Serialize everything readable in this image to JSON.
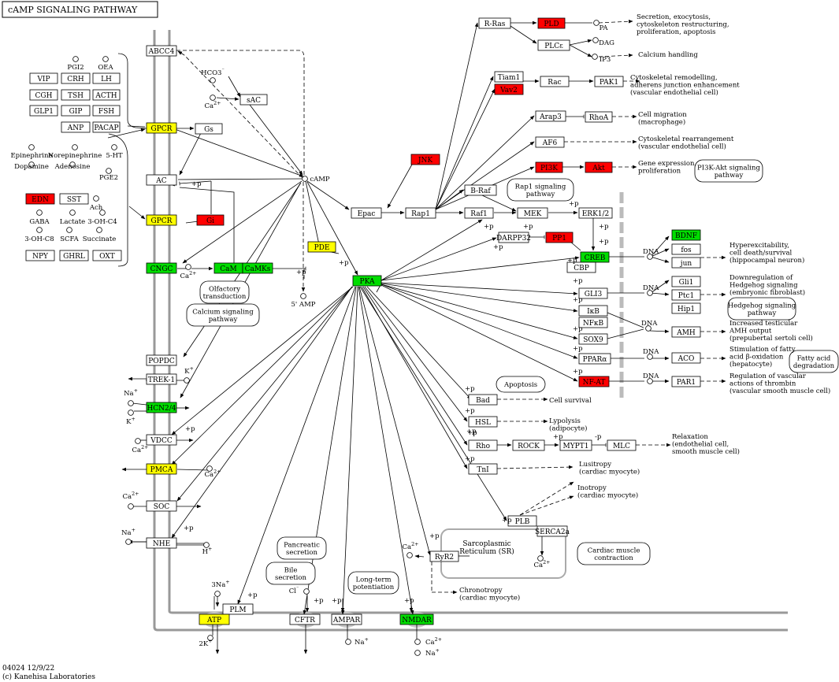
{
  "title": "cAMP SIGNALING PATHWAY",
  "footer": {
    "code": "04024 12/9/22",
    "copyright": "(c) Kanehisa Laboratories"
  },
  "colors": {
    "red": "#ff0000",
    "green": "#00dd00",
    "yellow": "#ffff00",
    "white": "#ffffff"
  },
  "nodes": [
    {
      "id": "abcc4",
      "label": "ABCC4",
      "color": "white"
    },
    {
      "id": "vip",
      "label": "VIP",
      "color": "white"
    },
    {
      "id": "crh",
      "label": "CRH",
      "color": "white"
    },
    {
      "id": "lh",
      "label": "LH",
      "color": "white"
    },
    {
      "id": "cgh",
      "label": "CGH",
      "color": "white"
    },
    {
      "id": "tsh",
      "label": "TSH",
      "color": "white"
    },
    {
      "id": "acth",
      "label": "ACTH",
      "color": "white"
    },
    {
      "id": "glp1",
      "label": "GLP1",
      "color": "white"
    },
    {
      "id": "gip",
      "label": "GIP",
      "color": "white"
    },
    {
      "id": "fsh",
      "label": "FSH",
      "color": "white"
    },
    {
      "id": "anp",
      "label": "ANP",
      "color": "white"
    },
    {
      "id": "pacap",
      "label": "PACAP",
      "color": "white"
    },
    {
      "id": "gpcr1",
      "label": "GPCR",
      "color": "yellow"
    },
    {
      "id": "gs",
      "label": "Gs",
      "color": "white"
    },
    {
      "id": "sac",
      "label": "sAC",
      "color": "white"
    },
    {
      "id": "ac",
      "label": "AC",
      "color": "white"
    },
    {
      "id": "edn",
      "label": "EDN",
      "color": "red"
    },
    {
      "id": "sst",
      "label": "SST",
      "color": "white"
    },
    {
      "id": "npy",
      "label": "NPY",
      "color": "white"
    },
    {
      "id": "ghrl",
      "label": "GHRL",
      "color": "white"
    },
    {
      "id": "oxt",
      "label": "OXT",
      "color": "white"
    },
    {
      "id": "gpcr2",
      "label": "GPCR",
      "color": "yellow"
    },
    {
      "id": "gi",
      "label": "Gi",
      "color": "red"
    },
    {
      "id": "cngc",
      "label": "CNGC",
      "color": "green"
    },
    {
      "id": "cam",
      "label": "CaM",
      "color": "green"
    },
    {
      "id": "camks",
      "label": "CaMKs",
      "color": "green"
    },
    {
      "id": "pde",
      "label": "PDE",
      "color": "yellow"
    },
    {
      "id": "pka",
      "label": "PKA",
      "color": "green"
    },
    {
      "id": "epac",
      "label": "Epac",
      "color": "white"
    },
    {
      "id": "rap1",
      "label": "Rap1",
      "color": "white"
    },
    {
      "id": "rras",
      "label": "R-Ras",
      "color": "white"
    },
    {
      "id": "pld",
      "label": "PLD",
      "color": "red"
    },
    {
      "id": "plce",
      "label": "PLCε",
      "color": "white"
    },
    {
      "id": "tiam1",
      "label": "Tiam1",
      "color": "white"
    },
    {
      "id": "vav2",
      "label": "Vav2",
      "color": "red"
    },
    {
      "id": "rac",
      "label": "Rac",
      "color": "white"
    },
    {
      "id": "pak1",
      "label": "PAK1",
      "color": "white"
    },
    {
      "id": "arap3",
      "label": "Arap3",
      "color": "white"
    },
    {
      "id": "rhoa",
      "label": "RhoA",
      "color": "white"
    },
    {
      "id": "af6",
      "label": "AF6",
      "color": "white"
    },
    {
      "id": "jnk",
      "label": "JNK",
      "color": "red"
    },
    {
      "id": "pi3k",
      "label": "PI3K",
      "color": "red"
    },
    {
      "id": "akt",
      "label": "Akt",
      "color": "red"
    },
    {
      "id": "braf",
      "label": "B-Raf",
      "color": "white"
    },
    {
      "id": "raf1",
      "label": "Raf1",
      "color": "white"
    },
    {
      "id": "mek",
      "label": "MEK",
      "color": "white"
    },
    {
      "id": "erk",
      "label": "ERK1/2",
      "color": "white"
    },
    {
      "id": "darpp32",
      "label": "DARPP32",
      "color": "white"
    },
    {
      "id": "pp1",
      "label": "PP1",
      "color": "red"
    },
    {
      "id": "creb",
      "label": "CREB",
      "color": "green"
    },
    {
      "id": "cbp",
      "label": "CBP",
      "color": "white"
    },
    {
      "id": "bdnf",
      "label": "BDNF",
      "color": "green"
    },
    {
      "id": "fos",
      "label": "fos",
      "color": "white"
    },
    {
      "id": "jun",
      "label": "jun",
      "color": "white"
    },
    {
      "id": "gli3",
      "label": "GLI3",
      "color": "white"
    },
    {
      "id": "gli1",
      "label": "Gli1",
      "color": "white"
    },
    {
      "id": "ptc1",
      "label": "Ptc1",
      "color": "white"
    },
    {
      "id": "hip1",
      "label": "Hip1",
      "color": "white"
    },
    {
      "id": "ikb",
      "label": "IκB",
      "color": "white"
    },
    {
      "id": "nfkb",
      "label": "NFκB",
      "color": "white"
    },
    {
      "id": "sox9",
      "label": "SOX9",
      "color": "white"
    },
    {
      "id": "amh",
      "label": "AMH",
      "color": "white"
    },
    {
      "id": "ppara",
      "label": "PPARα",
      "color": "white"
    },
    {
      "id": "aco",
      "label": "ACO",
      "color": "white"
    },
    {
      "id": "nfat",
      "label": "NF-AT",
      "color": "red"
    },
    {
      "id": "par1",
      "label": "PAR1",
      "color": "white"
    },
    {
      "id": "popdc",
      "label": "POPDC",
      "color": "white"
    },
    {
      "id": "trek1",
      "label": "TREK-1",
      "color": "white"
    },
    {
      "id": "hcn",
      "label": "HCN2/4",
      "color": "green"
    },
    {
      "id": "vdcc",
      "label": "VDCC",
      "color": "white"
    },
    {
      "id": "pmca",
      "label": "PMCA",
      "color": "yellow"
    },
    {
      "id": "soc",
      "label": "SOC",
      "color": "white"
    },
    {
      "id": "nhe",
      "label": "NHE",
      "color": "white"
    },
    {
      "id": "bad",
      "label": "Bad",
      "color": "white"
    },
    {
      "id": "hsl",
      "label": "HSL",
      "color": "white"
    },
    {
      "id": "rho",
      "label": "Rho",
      "color": "white"
    },
    {
      "id": "rock",
      "label": "ROCK",
      "color": "white"
    },
    {
      "id": "mypt1",
      "label": "MYPT1",
      "color": "white"
    },
    {
      "id": "mlc",
      "label": "MLC",
      "color": "white"
    },
    {
      "id": "tni",
      "label": "TnI",
      "color": "white"
    },
    {
      "id": "plb",
      "label": "PLB",
      "color": "white"
    },
    {
      "id": "serca2a",
      "label": "SERCA2a",
      "color": "white"
    },
    {
      "id": "ryr2",
      "label": "RyR2",
      "color": "white"
    },
    {
      "id": "plm",
      "label": "PLM",
      "color": "white"
    },
    {
      "id": "atp",
      "label": "ATP",
      "color": "yellow"
    },
    {
      "id": "cftr",
      "label": "CFTR",
      "color": "white"
    },
    {
      "id": "ampar",
      "label": "AMPAR",
      "color": "white"
    },
    {
      "id": "nmdar",
      "label": "NMDAR",
      "color": "green"
    }
  ],
  "compounds": [
    {
      "id": "pgi2",
      "label": "PGI2"
    },
    {
      "id": "oea",
      "label": "OEA"
    },
    {
      "id": "hco3",
      "label": "HCO3⁻"
    },
    {
      "id": "ca_sac",
      "label": "Ca2+"
    },
    {
      "id": "epinephrine",
      "label": "Epinephrine"
    },
    {
      "id": "norepinephrine",
      "label": "Norepinephrine"
    },
    {
      "id": "ht5",
      "label": "5-HT"
    },
    {
      "id": "dopamine",
      "label": "Dopamine"
    },
    {
      "id": "adenosine",
      "label": "Adenosine"
    },
    {
      "id": "pge2",
      "label": "PGE2"
    },
    {
      "id": "ach",
      "label": "Ach"
    },
    {
      "id": "gaba",
      "label": "GABA"
    },
    {
      "id": "lactate",
      "label": "Lactate"
    },
    {
      "id": "ohc4",
      "label": "3-OH-C4"
    },
    {
      "id": "ohc8",
      "label": "3-OH-C8"
    },
    {
      "id": "scfa",
      "label": "SCFA"
    },
    {
      "id": "succinate",
      "label": "Succinate"
    },
    {
      "id": "camp",
      "label": "cAMP"
    },
    {
      "id": "amp5",
      "label": "5' AMP"
    },
    {
      "id": "ca_cngc",
      "label": "Ca2+"
    },
    {
      "id": "pa",
      "label": "PA"
    },
    {
      "id": "dag",
      "label": "DAG"
    },
    {
      "id": "ip3",
      "label": "IP3"
    },
    {
      "id": "k_trek",
      "label": "K+"
    },
    {
      "id": "na_hcn",
      "label": "Na+"
    },
    {
      "id": "k_hcn",
      "label": "K+"
    },
    {
      "id": "ca_vdcc",
      "label": "Ca2+"
    },
    {
      "id": "ca_pmca",
      "label": "Ca2+"
    },
    {
      "id": "ca_soc",
      "label": "Ca2+"
    },
    {
      "id": "na_nhe",
      "label": "Na+"
    },
    {
      "id": "h_nhe",
      "label": "H+"
    },
    {
      "id": "ca_ryr",
      "label": "Ca2+"
    },
    {
      "id": "ca_sr",
      "label": "Ca2+"
    },
    {
      "id": "na3",
      "label": "3Na+"
    },
    {
      "id": "k2",
      "label": "2K+"
    },
    {
      "id": "cl",
      "label": "Cl⁻"
    },
    {
      "id": "na_ampar",
      "label": "Na+"
    },
    {
      "id": "ca_nmdar",
      "label": "Ca2+"
    },
    {
      "id": "na_nmdar",
      "label": "Na+"
    }
  ],
  "pathways": [
    {
      "id": "olfactory",
      "label": "Olfactory transduction"
    },
    {
      "id": "calcium",
      "label": "Calcium signaling pathway"
    },
    {
      "id": "rap1pw",
      "label": "Rap1 signaling pathway"
    },
    {
      "id": "pi3kakt",
      "label": "PI3K-Akt signaling pathway"
    },
    {
      "id": "hedgehog",
      "label": "Hedgehog signaling pathway"
    },
    {
      "id": "fattyacid",
      "label": "Fatty acid degradation"
    },
    {
      "id": "apoptosis",
      "label": "Apoptosis"
    },
    {
      "id": "pancreatic",
      "label": "Pancreatic secretion"
    },
    {
      "id": "bile",
      "label": "Bile secretion"
    },
    {
      "id": "ltp",
      "label": "Long-term potentiation"
    },
    {
      "id": "cardiac",
      "label": "Cardiac muscle contraction"
    }
  ],
  "outcomes": [
    {
      "id": "secretion",
      "lines": [
        "Secretion, exocytosis,",
        "cytoskeleton restructuring,",
        "proliferation, apoptosis"
      ]
    },
    {
      "id": "calcium_handling",
      "lines": [
        "Calcium handling"
      ]
    },
    {
      "id": "cyto_remodel",
      "lines": [
        "Cytoskeletal remodelling,",
        "adherens junction enhancement",
        "(vascular endothelial cell)"
      ]
    },
    {
      "id": "migration",
      "lines": [
        "Cell migration",
        "(macrophage)"
      ]
    },
    {
      "id": "cyto_rearr",
      "lines": [
        "Cytoskeletal rearrangement",
        "(vascular endothelial cell)"
      ]
    },
    {
      "id": "gene_expr",
      "lines": [
        "Gene expression,",
        "proliferation"
      ]
    },
    {
      "id": "hyperexc",
      "lines": [
        "Hyperexcitability,",
        "cell death/survival",
        "(hippocampal neuron)"
      ]
    },
    {
      "id": "hh_down",
      "lines": [
        "Downregulation of",
        "Hedgehog signaling",
        "(embryonic fibroblast)"
      ]
    },
    {
      "id": "amh_out",
      "lines": [
        "Increased testicular",
        "AMH output",
        "(prepubertal sertoli cell)"
      ]
    },
    {
      "id": "fa_ox",
      "lines": [
        "Stimulation of fatty",
        "acid β-oxidation",
        "(hepatocyte)"
      ]
    },
    {
      "id": "thrombin",
      "lines": [
        "Regulation of vascular",
        "actions of thrombin",
        "(vascular smooth muscle cell)"
      ]
    },
    {
      "id": "survival",
      "lines": [
        "Cell survival"
      ]
    },
    {
      "id": "lipolysis",
      "lines": [
        "Lypolysis",
        "(adipocyte)"
      ]
    },
    {
      "id": "relaxation",
      "lines": [
        "Relaxation",
        "(endothelial cell,",
        "smooth muscle cell)"
      ]
    },
    {
      "id": "lusitropy",
      "lines": [
        "Lusitropy",
        "(cardiac myocyte)"
      ]
    },
    {
      "id": "inotropy",
      "lines": [
        "Inotropy",
        "(cardiac myocyte)"
      ]
    },
    {
      "id": "chronotropy",
      "lines": [
        "Chronotropy",
        "(cardiac myocyte)"
      ]
    }
  ],
  "labels": {
    "dna": "DNA",
    "p": "+p",
    "mp": "-p",
    "sr": "Sarcoplasmic Reticulum (SR)"
  }
}
